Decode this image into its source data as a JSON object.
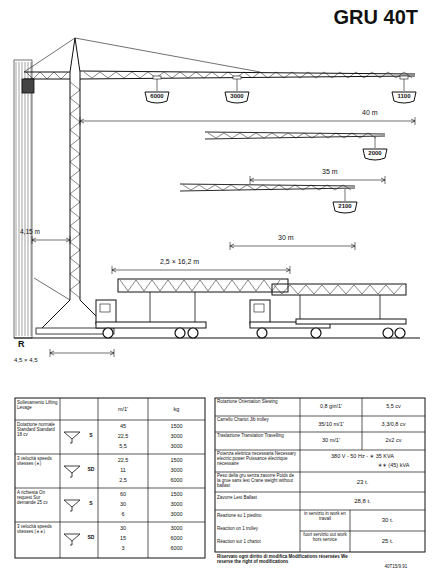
{
  "diagram": {
    "title": "GRU 40T",
    "nodes": [
      {
        "text": [
          "6000"
        ]
      },
      {
        "text": [
          "3000"
        ]
      },
      {
        "text": [
          "1100"
        ]
      },
      {
        "text": [
          "2000"
        ]
      },
      {
        "text": [
          "2100"
        ]
      }
    ],
    "labels": [
      "40 m",
      "35 m",
      "30 m",
      "4,15 m",
      "2,5 × 16,2 m",
      "R",
      "4,5 × 4,5",
      "Sollevamento Lifting Levage",
      "m/1'",
      "kg",
      "Dotazione normale Standard Standard 18 cv",
      "S",
      "45",
      "1500",
      "22,5",
      "3000",
      "5,5",
      "3000",
      "3 velocità speeds vitesses (∗)",
      "SD",
      "22,5",
      "1500",
      "11",
      "3000",
      "2,5",
      "6000",
      "A richiesta On request Sur demande 25 cv",
      "S",
      "60",
      "1500",
      "30",
      "3000",
      "6",
      "3000",
      "3 velocità speeds vitesses (∗∗)",
      "SD",
      "30",
      "3000",
      "15",
      "6000",
      "3",
      "6000",
      "Rotazione Orientation Slewing",
      "0,8 giri/1'",
      "5,5 cv",
      "Carrello Chariot Jib trolley",
      "35/10 m/1'",
      "3,3/0,8 cv",
      "Traslazione Translation Travelling",
      "30 m/1'",
      "2x2 cv",
      "Potenza elettrica necessaria Necessary electric power Puissance électrique nécessaire",
      "380 V - 50 Hz - ∗ 35 KVA",
      "∗∗ (45) kVA",
      "Peso della gru senza zavorre Poids de la grue sans lest Crane weight without ballast",
      "23 t.",
      "Zavorre Lest Ballast",
      "28,8 t.",
      "Reazione su 1 piedino",
      "in servizio in work en travail",
      "30 t.",
      "Reaction on 1 trolley",
      "Réaction sur 1 chariot",
      "fuori servizio out work hors service",
      "25 t.",
      "Riservato ogni diritto di modifica Modifications réservées We reserve the right of modifications",
      "40T15/9.91"
    ]
  }
}
